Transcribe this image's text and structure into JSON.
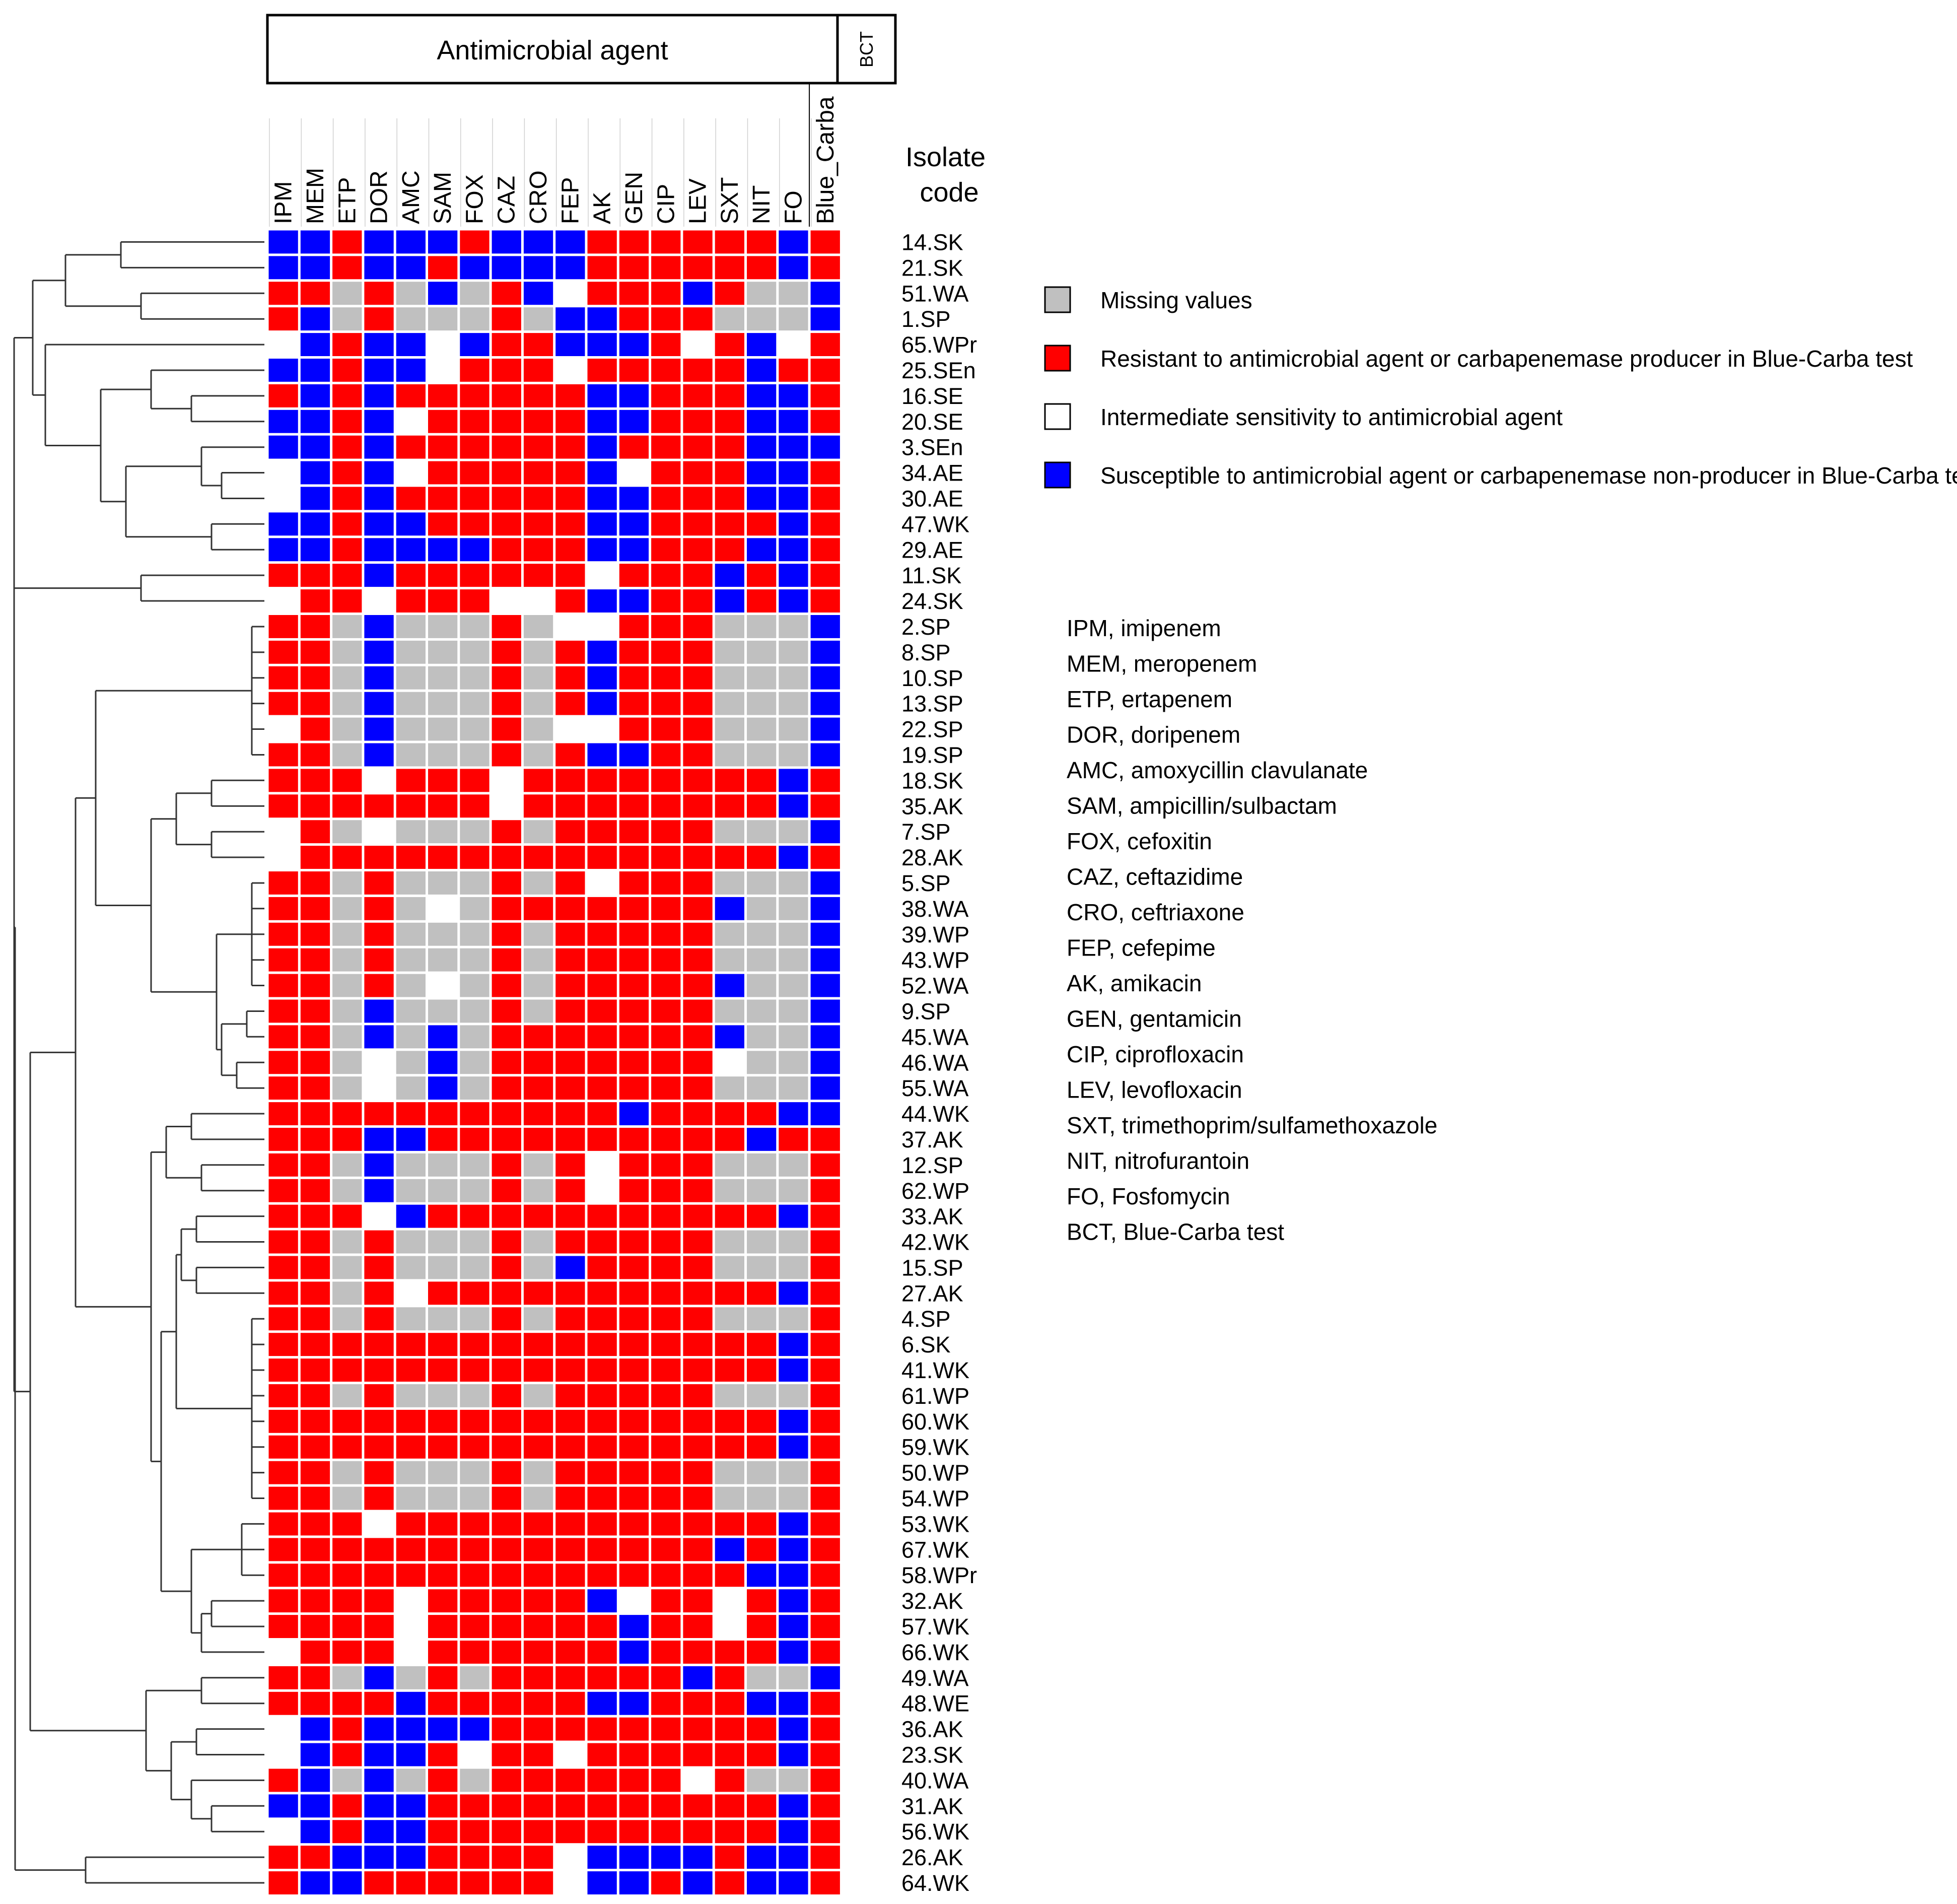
{
  "header": {
    "antimicrobial_agent_label": "Antimicrobial agent",
    "bct_label": "BCT",
    "isolate_code_label": [
      "Isolate",
      "code"
    ]
  },
  "legend": {
    "items": [
      {
        "key": "M",
        "color": "#c0c0c0",
        "label": "Missing values"
      },
      {
        "key": "R",
        "color": "#ff0000",
        "label": "Resistant to antimicrobial agent or carbapenemase producer in Blue-Carba test"
      },
      {
        "key": "I",
        "color": "#ffffff",
        "label": "Intermediate sensitivity to antimicrobial agent"
      },
      {
        "key": "S",
        "color": "#0000ff",
        "label": "Susceptible to antimicrobial agent or carbapenemase non-producer in Blue-Carba test"
      }
    ]
  },
  "abbreviations": [
    "IPM, imipenem",
    "MEM, meropenem",
    "ETP, ertapenem",
    "DOR, doripenem",
    "AMC, amoxycillin clavulanate",
    "SAM, ampicillin/sulbactam",
    "FOX, cefoxitin",
    "CAZ, ceftazidime",
    "CRO, ceftriaxone",
    "FEP, cefepime",
    "AK, amikacin",
    "GEN, gentamicin",
    "CIP, ciprofloxacin",
    "LEV, levofloxacin",
    "SXT, trimethoprim/sulfamethoxazole",
    "NIT, nitrofurantoin",
    "FO, Fosfomycin",
    "BCT, Blue-Carba test"
  ],
  "chart_data": {
    "type": "heatmap",
    "columns": [
      "IPM",
      "MEM",
      "ETP",
      "DOR",
      "AMC",
      "SAM",
      "FOX",
      "CAZ",
      "CRO",
      "FEP",
      "AK",
      "GEN",
      "CIP",
      "LEV",
      "SXT",
      "NIT",
      "FO",
      "Blue_Carba"
    ],
    "rows": [
      "14.SK",
      "21.SK",
      "51.WA",
      "1.SP",
      "65.WPr",
      "25.SEn",
      "16.SE",
      "20.SE",
      "3.SEn",
      "34.AE",
      "30.AE",
      "47.WK",
      "29.AE",
      "11.SK",
      "24.SK",
      "2.SP",
      "8.SP",
      "10.SP",
      "13.SP",
      "22.SP",
      "19.SP",
      "18.SK",
      "35.AK",
      "7.SP",
      "28.AK",
      "5.SP",
      "38.WA",
      "39.WP",
      "43.WP",
      "52.WA",
      "9.SP",
      "45.WA",
      "46.WA",
      "55.WA",
      "44.WK",
      "37.AK",
      "12.SP",
      "62.WP",
      "33.AK",
      "42.WK",
      "15.SP",
      "27.AK",
      "4.SP",
      "6.SK",
      "41.WK",
      "61.WP",
      "60.WK",
      "59.WK",
      "50.WP",
      "54.WP",
      "53.WK",
      "67.WK",
      "58.WPr",
      "32.AK",
      "57.WK",
      "66.WK",
      "49.WA",
      "48.WE",
      "36.AK",
      "23.SK",
      "40.WA",
      "31.AK",
      "56.WK",
      "26.AK",
      "64.WK"
    ],
    "value_codes": {
      "R": "resistant / carbapenemase producer",
      "S": "susceptible / non-producer",
      "I": "intermediate",
      "M": "missing"
    },
    "values": [
      "SSRSSSRSSSRRRRRRSR",
      "SSRSSRSSSSRRRRRRSR",
      "RRMRMSMRSIRRRSRMMS",
      "RSMRMMMRMSSRRRMMMS",
      "ISRSSISRRSSSRIRSIR",
      "SSRSSIRRRIRRRRRSRR",
      "RSRSRRRRRRSSRRRSSR",
      "SSRSIRRRRRSSRRRSSR",
      "SSRSRRRRRRSRRRRSSS",
      "ISRSIRRRRRSIRRRSSR",
      "ISRSRRRRRRSSRRRSSR",
      "SSRSSRRRRRSSRRRRSR",
      "SSRSSSSRRRSSRRRSSR",
      "RRRSRRRRRRIRRRSRSR",
      "IRRIRRRIIRSSRRSRSR",
      "RRMSMMMRMIIRRRMMMS",
      "RRMSMMMRMRSRRRMMMS",
      "RRMSMMMRMRSRRRMMMS",
      "RRMSMMMRMRSRRRMMMS",
      "IRMSMMMRMIIRRRMMMS",
      "RRMSMMMRMRSSRRMMMS",
      "RRRIRRRIRRRRRRRRSR",
      "RRRRRRRIRRRRRRRRSR",
      "IRMIMMMRMRRRRRMMMS",
      "IRRRRRRRRRRRRRRRSR",
      "RRMRMMMRMRIRRRMMMS",
      "RRMRMIMRRRRRRRSMMS",
      "RRMRMMMRMRRRRRMMMS",
      "RRMRMMMRMRRRRRMMMS",
      "RRMRMIMRMRRRRRSMMS",
      "RRMSMMMRMRRRRRMMMS",
      "RRMSMSMRRRRRRRSMMS",
      "RRMIMSMRRRRRRRIMMS",
      "RRMIMSMRRRRRRRMMMS",
      "RRRRRRRRRRRSRRRRSS",
      "RRRSSRRRRRRRRRRSRR",
      "RRMSMMMRMRIRRRMMMR",
      "RRMSMMMRMRIRRRMMMR",
      "RRRISRRRRRRRRRRRSR",
      "RRMRMMMRMRRRRRMMMR",
      "RRMRMMMRMSRRRRMMMR",
      "RRMRIRRRRRRRRRRRSR",
      "RRMRMMMRMRRRRRMMMR",
      "RRRRRRRRRRRRRRRRSR",
      "RRRRRRRRRRRRRRRRSR",
      "RRMRMMMRMRRRRRMMMR",
      "RRRRRRRRRRRRRRRRSR",
      "RRRRRRRRRRRRRRRRSR",
      "RRMRMMMRMRRRRRMMMR",
      "RRMRMMMRMRRRRRMMMR",
      "RRRIRRRRRRRRRRRRSR",
      "RRRRRRRRRRRRRRSRSR",
      "RRRRRRRRRRRRRRRSSR",
      "RRRRIRRRRRSIRRIRSR",
      "RRRRIRRRRRRSRRIRSR",
      "IRRRIRRRRRRSRRRRSR",
      "RRMSMRMRRRRRRSRMMS",
      "RRRRSRRRRRSSRRRSSR",
      "ISRSSSSRRRRRRRRRSR",
      "ISRSSRIRRIRRRRRRSR",
      "RSMSMRMRRRRRRIRMMR",
      "SSRSSRRRRRRRRRRRSR",
      "ISRSSRRRRRRRRRRRSR",
      "RRSSSRRRRISSSSRSSR",
      "RSSRRRRRRISSRSRSSR"
    ]
  }
}
